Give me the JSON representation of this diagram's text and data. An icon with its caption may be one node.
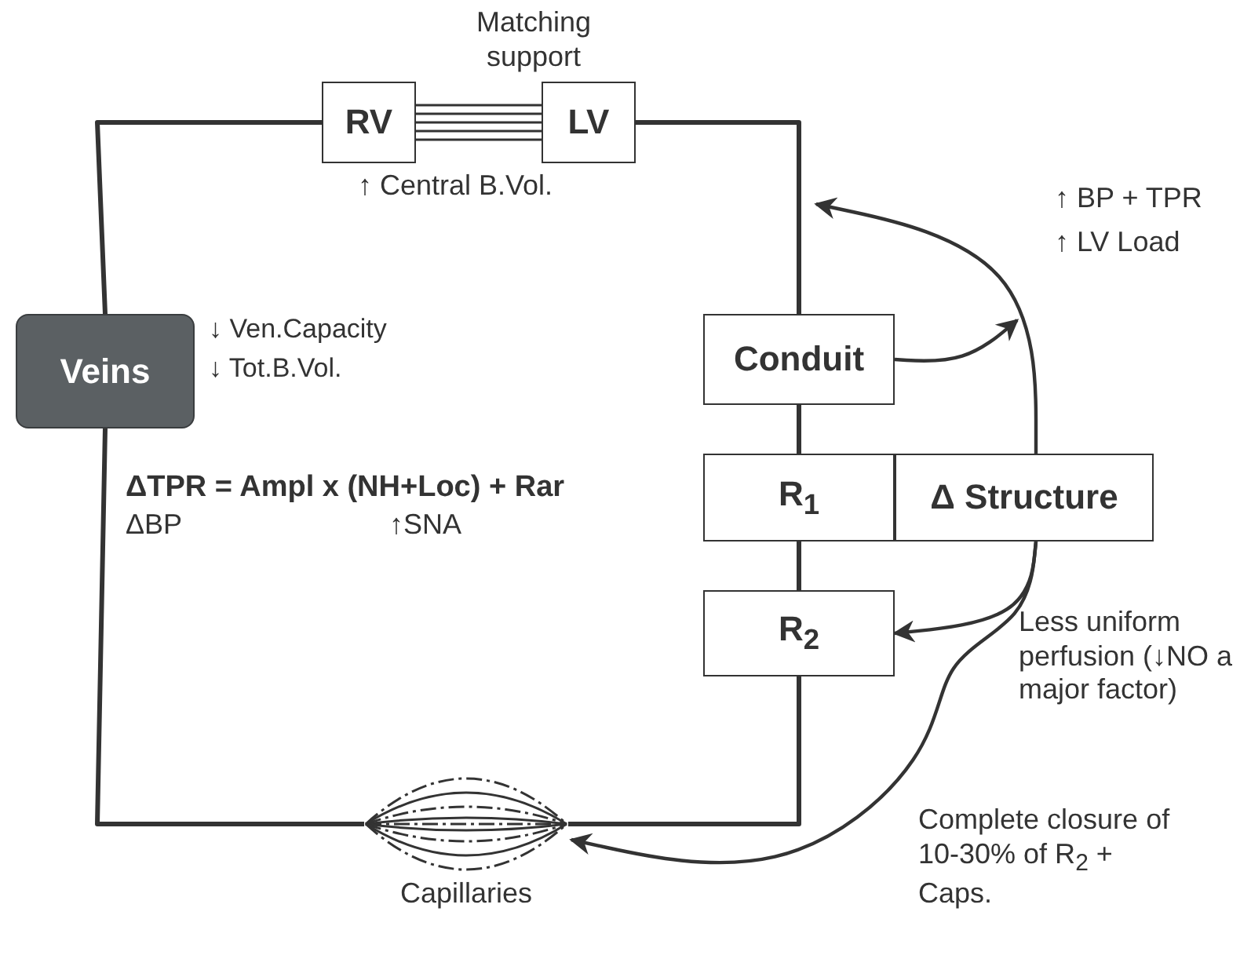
{
  "diagram": {
    "nodes": [
      {
        "text": [
          "RV"
        ]
      },
      {
        "text": [
          "LV"
        ]
      },
      {
        "text": [
          "Veins"
        ],
        "beside": [
          "↓ Ven.Capacity",
          "↓ Tot.B.Vol."
        ]
      },
      {
        "text": [
          "Conduit"
        ]
      },
      {
        "text": [
          "R$_{1}$"
        ]
      },
      {
        "text": [
          "Δ Structure"
        ]
      },
      {
        "text": [
          "R$_{2}$"
        ]
      },
      {
        "text": [
          "Capillaries"
        ]
      }
    ],
    "edges": [
      {
        "from": 0,
        "to": 1,
        "arrow": "none",
        "label": "Matching support"
      },
      {
        "from": 1,
        "to": 3,
        "arrow": "none"
      },
      {
        "from": 3,
        "to": 4,
        "arrow": "none"
      },
      {
        "from": 4,
        "to": 6,
        "arrow": "none"
      },
      {
        "from": 6,
        "to": 7,
        "arrow": "none"
      },
      {
        "from": 7,
        "to": 2,
        "arrow": "none"
      },
      {
        "from": 2,
        "to": 0,
        "arrow": "none"
      },
      {
        "from": 3,
        "to": null,
        "arrow": "to"
      },
      {
        "from": 5,
        "to": null,
        "arrow": "to"
      },
      {
        "from": 5,
        "to": 6,
        "arrow": "to",
        "label": "Less uniform perfusion (↓NO a major factor)"
      },
      {
        "from": 5,
        "to": 7,
        "arrow": "to",
        "label": "Complete closure of 10-30% of R$_{2}$ + Caps."
      }
    ],
    "labels": [
      "↑ Central B.Vol.",
      "↑ BP + TPR",
      "↑ LV Load",
      "ΔTPR = Ampl x (NH+Loc) + Rar",
      "ΔBP",
      "↑SNA"
    ]
  }
}
